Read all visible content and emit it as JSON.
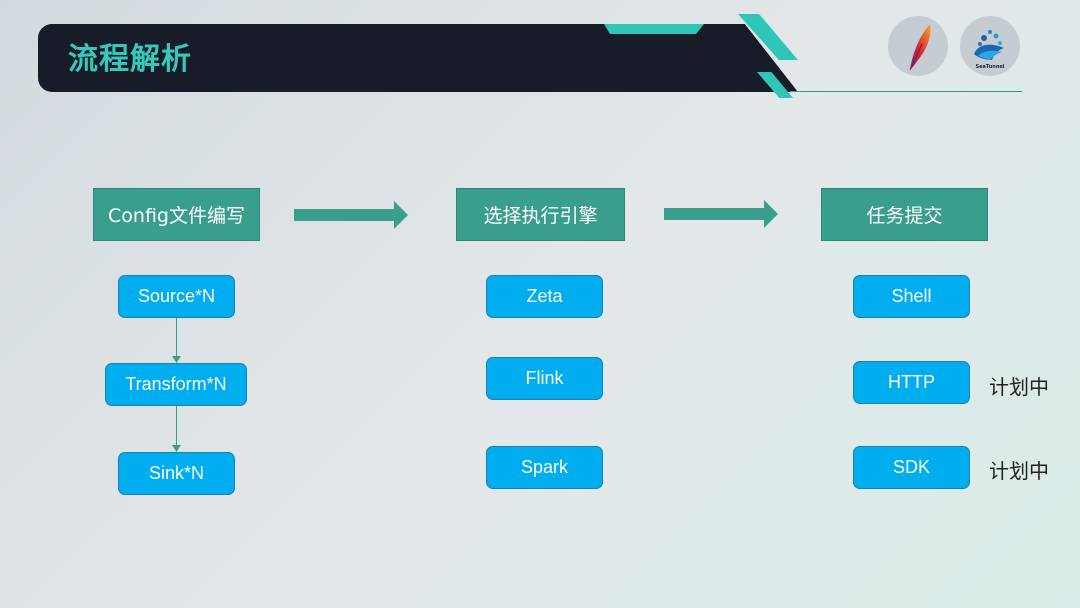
{
  "slide": {
    "title": "流程解析"
  },
  "logos": [
    {
      "name": "apache-feather-icon"
    },
    {
      "name": "seatunnel-logo",
      "text": "SeaTunnel"
    }
  ],
  "columns": [
    {
      "header": "Config文件编写",
      "items": [
        "Source*N",
        "Transform*N",
        "Sink*N"
      ]
    },
    {
      "header": "选择执行引擎",
      "items": [
        "Zeta",
        "Flink",
        "Spark"
      ]
    },
    {
      "header": "任务提交",
      "items": [
        "Shell",
        "HTTP",
        "SDK"
      ],
      "notes": [
        "",
        "计划中",
        "计划中"
      ]
    }
  ],
  "colors": {
    "header_bg": "#3a9e8d",
    "item_bg": "#00aeef",
    "title_color": "#35c9bd",
    "banner_bg": "#171c28"
  }
}
